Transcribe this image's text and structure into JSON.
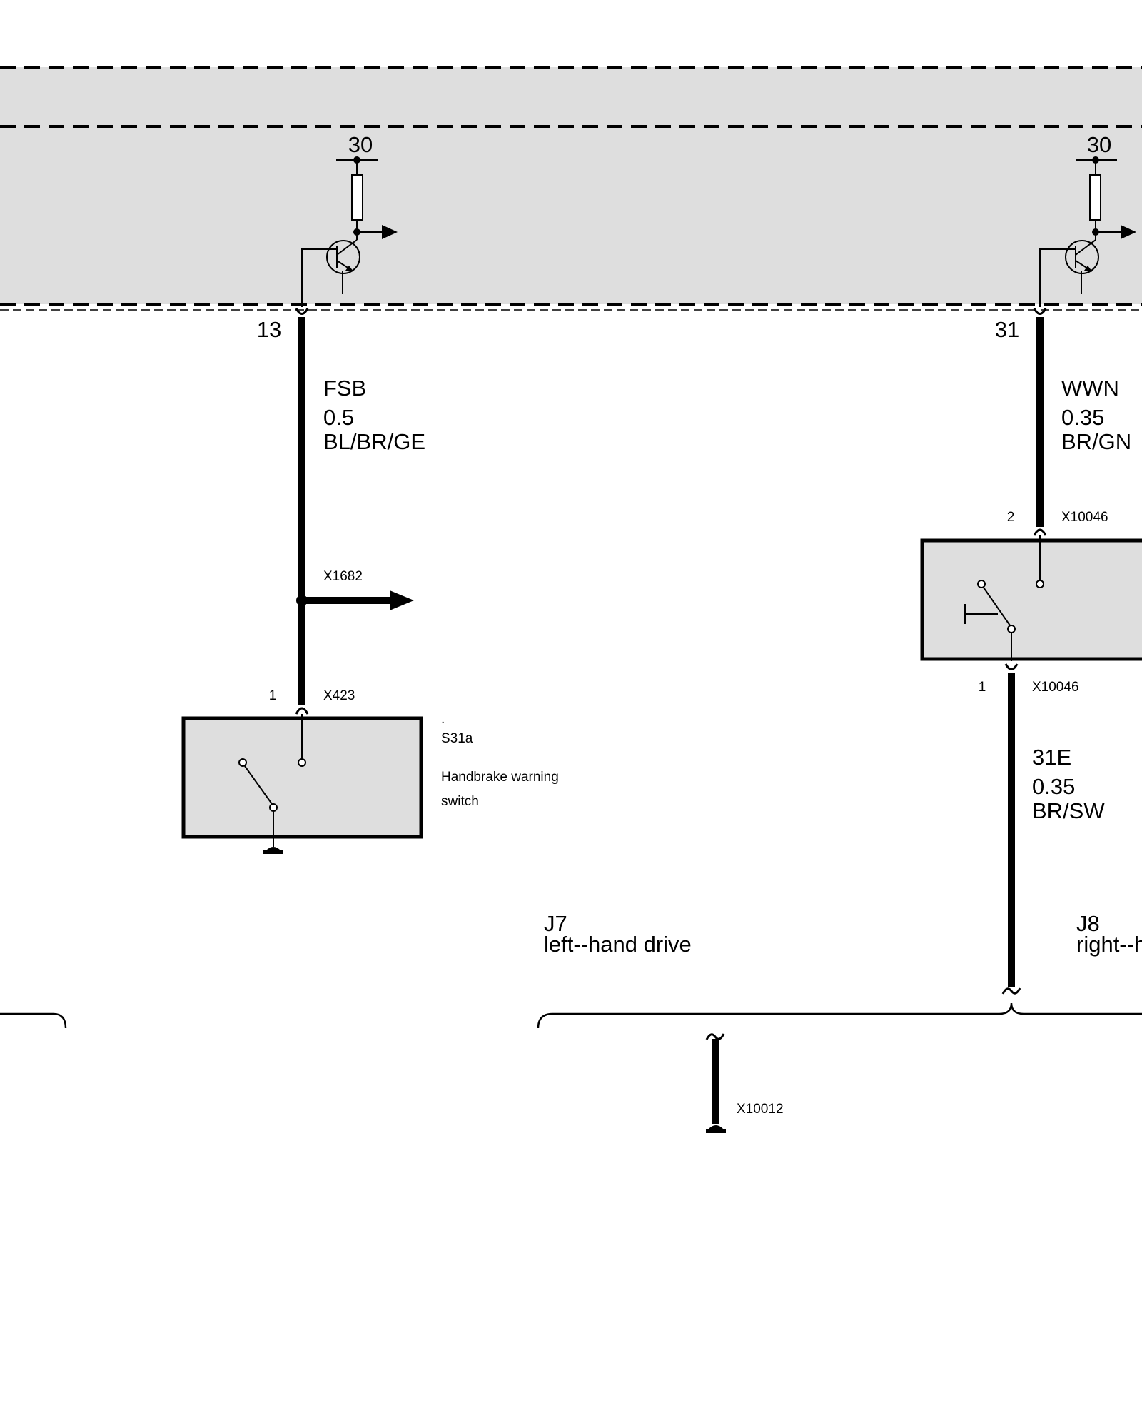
{
  "control_unit": {
    "pins": [
      {
        "supply": "30",
        "pin": "13"
      },
      {
        "supply": "30",
        "pin": "31"
      }
    ]
  },
  "wires": [
    {
      "signal": "FSB",
      "cross_section": "0.5",
      "color": "BL/BR/GE"
    },
    {
      "signal": "WWN",
      "cross_section": "0.35",
      "color": "BR/GN"
    },
    {
      "signal": "31E",
      "cross_section": "0.35",
      "color": "BR/SW"
    }
  ],
  "connectors": {
    "x1682": "X1682",
    "x423": {
      "pin": "1",
      "name": "X423"
    },
    "x10046_top": {
      "pin": "2",
      "name": "X10046"
    },
    "x10046_bottom": {
      "pin": "1",
      "name": "X10046"
    },
    "x10012": "X10012"
  },
  "component": {
    "dot": ".",
    "id": "S31a",
    "desc_line1": "Handbrake warning",
    "desc_line2": "switch"
  },
  "variants": [
    {
      "code": "J7",
      "label": "left--hand drive"
    },
    {
      "code": "J8",
      "label": "right--h"
    }
  ]
}
